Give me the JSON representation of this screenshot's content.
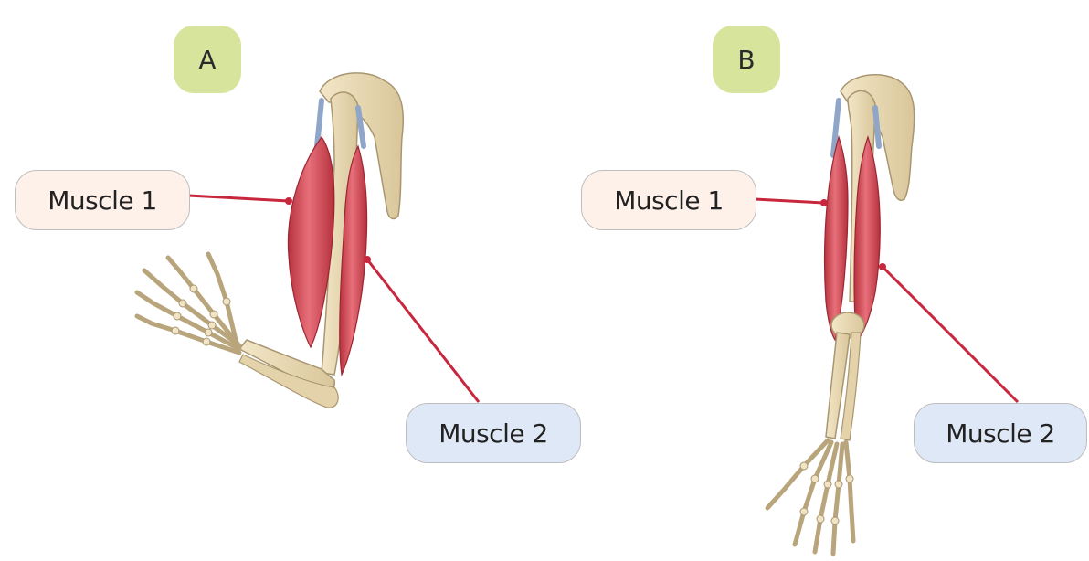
{
  "panels": [
    {
      "badge": "A",
      "muscle1_label": "Muscle 1",
      "muscle2_label": "Muscle 2"
    },
    {
      "badge": "B",
      "muscle1_label": "Muscle 1",
      "muscle2_label": "Muscle 2"
    }
  ],
  "colors": {
    "badge": "#d6e49c",
    "muscle1_box": "#fdf1ea",
    "muscle2_box": "#dfe8f6",
    "muscle": "#d9505a",
    "bone": "#eadcb8",
    "pointer_line": "#c8263d"
  }
}
